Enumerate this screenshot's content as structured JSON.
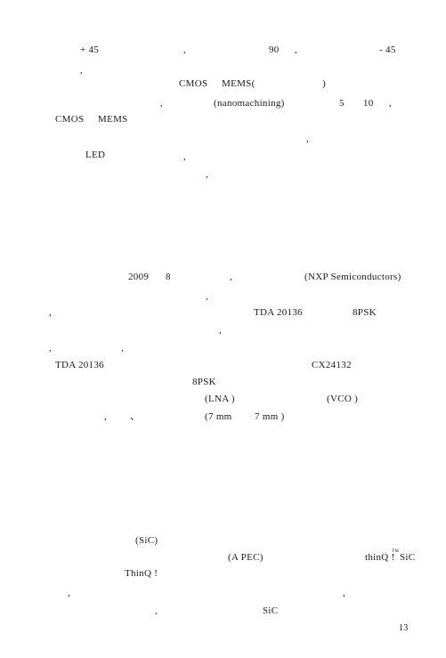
{
  "page": {
    "number": "13",
    "fragments": [
      "+ 45",
      ",",
      "90",
      ",",
      "- 45",
      ",",
      "CMOS",
      "MEMS(",
      ")",
      ",",
      "(nanomachining)",
      "5",
      "10",
      ",",
      "CMOS",
      "MEMS",
      ",",
      "LED",
      ",",
      ",",
      "2009",
      "8",
      ",",
      "(NXP Semiconductors)",
      ",",
      ",",
      "TDA 20136",
      "8PSK",
      ",",
      ",",
      ",",
      "TDA 20136",
      "CX24132",
      "8PSK",
      "(LNA )",
      "(VCO )",
      ",",
      "、",
      "(7 mm",
      "7 mm )",
      "(SiC)",
      "(A PEC)",
      "thinQ !",
      "TM",
      "SiC",
      "ThinQ !",
      ",",
      ",",
      ",",
      "SiC"
    ]
  }
}
